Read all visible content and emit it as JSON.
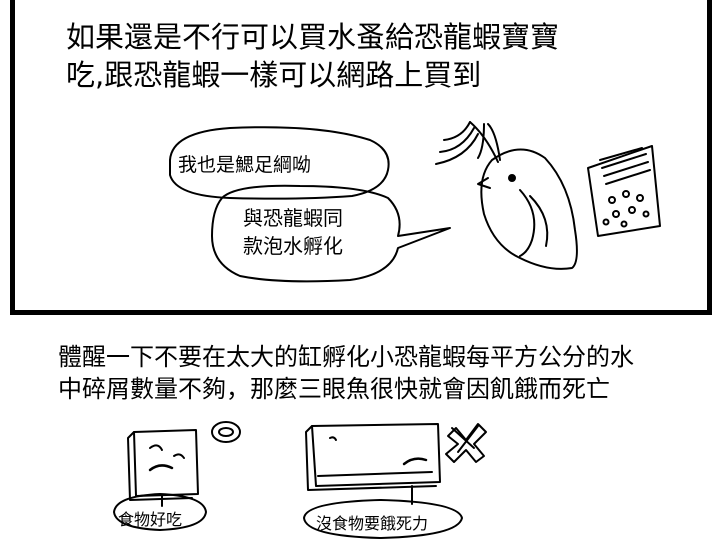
{
  "panel1": {
    "caption_line1": "如果還是不行可以買水蚤給恐龍蝦寶寶",
    "caption_line2": "吃,跟恐龍蝦一樣可以網路上買到",
    "bubble1_text": "我也是鰓足綱呦",
    "bubble2_line1": "與恐龍蝦同",
    "bubble2_line2": "款泡水孵化"
  },
  "panel2": {
    "note_line1": "體醒一下不要在太大的缸孵化小恐龍蝦每平方公分的水",
    "note_line2": "中碎屑數量不夠，那麼三眼魚很快就會因飢餓而死亡",
    "good_label": "食物好吃",
    "bad_label": "沒食物要餓死力"
  }
}
